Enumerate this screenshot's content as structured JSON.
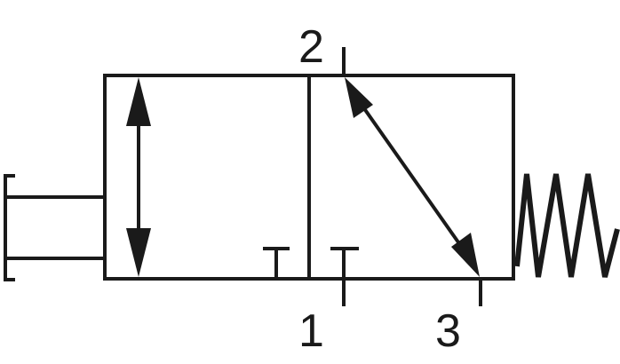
{
  "diagram": {
    "type": "pneumatic 3/2-way valve symbol",
    "stroke_color": "#1a1a1a",
    "background": "#ffffff",
    "ports": [
      {
        "id": "port-2",
        "label": "2"
      },
      {
        "id": "port-1",
        "label": "1"
      },
      {
        "id": "port-3",
        "label": "3"
      }
    ],
    "components": {
      "actuator": "manual-push-button",
      "return": "spring-return",
      "left_position": "flow-arrow bidirectional",
      "right_position": "flow 2 to 3, port 1 blocked"
    }
  }
}
